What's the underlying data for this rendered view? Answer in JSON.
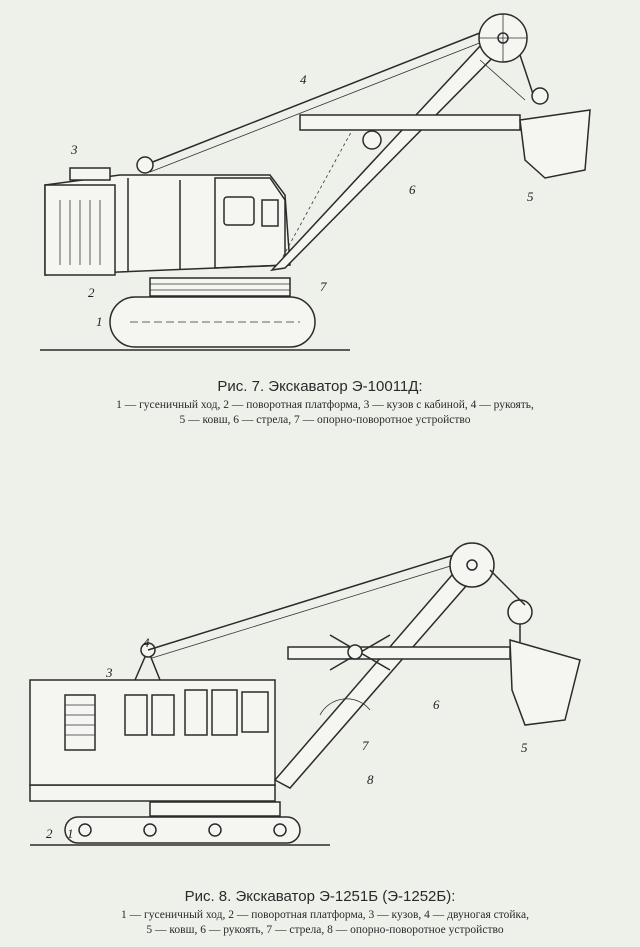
{
  "figure7": {
    "title": "Рис. 7. Экскаватор Э-10011Д:",
    "legend_line1": "1 — гусеничный ход, 2 — поворотная платформа, 3 — кузов с кабиной, 4 — рукоять,",
    "legend_line2": "5 — ковш, 6 — стрела, 7 — опорно-поворотное устройство",
    "callouts": [
      "1",
      "2",
      "3",
      "4",
      "5",
      "6",
      "7"
    ]
  },
  "figure8": {
    "title": "Рис. 8. Экскаватор Э-1251Б (Э-1252Б):",
    "legend_line1": "1 — гусеничный ход, 2 — поворотная платформа, 3 — кузов, 4 — двуногая стойка,",
    "legend_line2": "5 — ковш, 6 — рукоять, 7 — стрела, 8 — опорно-поворотное устройство",
    "callouts": [
      "1",
      "2",
      "3",
      "4",
      "5",
      "6",
      "7",
      "8"
    ]
  }
}
